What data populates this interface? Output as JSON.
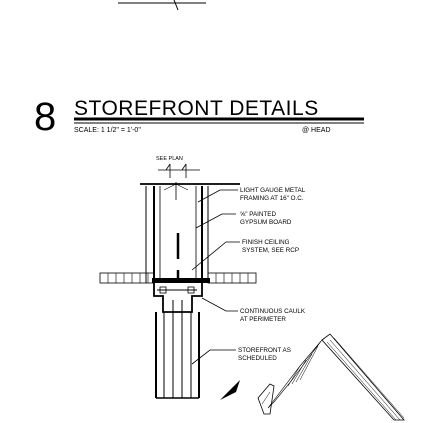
{
  "detail": {
    "number": "8",
    "title": "STOREFRONT DETAILS",
    "scale": "SCALE: 1 1/2\" = 1'-0\"",
    "location": "@ HEAD",
    "plan_ref": "SEE PLAN"
  },
  "notes": [
    {
      "lines": [
        "LIGHT  GAUGE  METAL",
        "FRAMING  AT  16\"  O.C."
      ]
    },
    {
      "lines": [
        "⅝\"  PAINTED",
        "GYPSUM  BOARD"
      ]
    },
    {
      "lines": [
        "FINISH  CEILING",
        "SYSTEM,  SEE  RCP"
      ]
    },
    {
      "lines": [
        "CONTINUOUS  CAULK",
        "AT  PERIMETER"
      ]
    },
    {
      "lines": [
        "STOREFRONT  AS",
        "SCHEDULED"
      ]
    }
  ]
}
